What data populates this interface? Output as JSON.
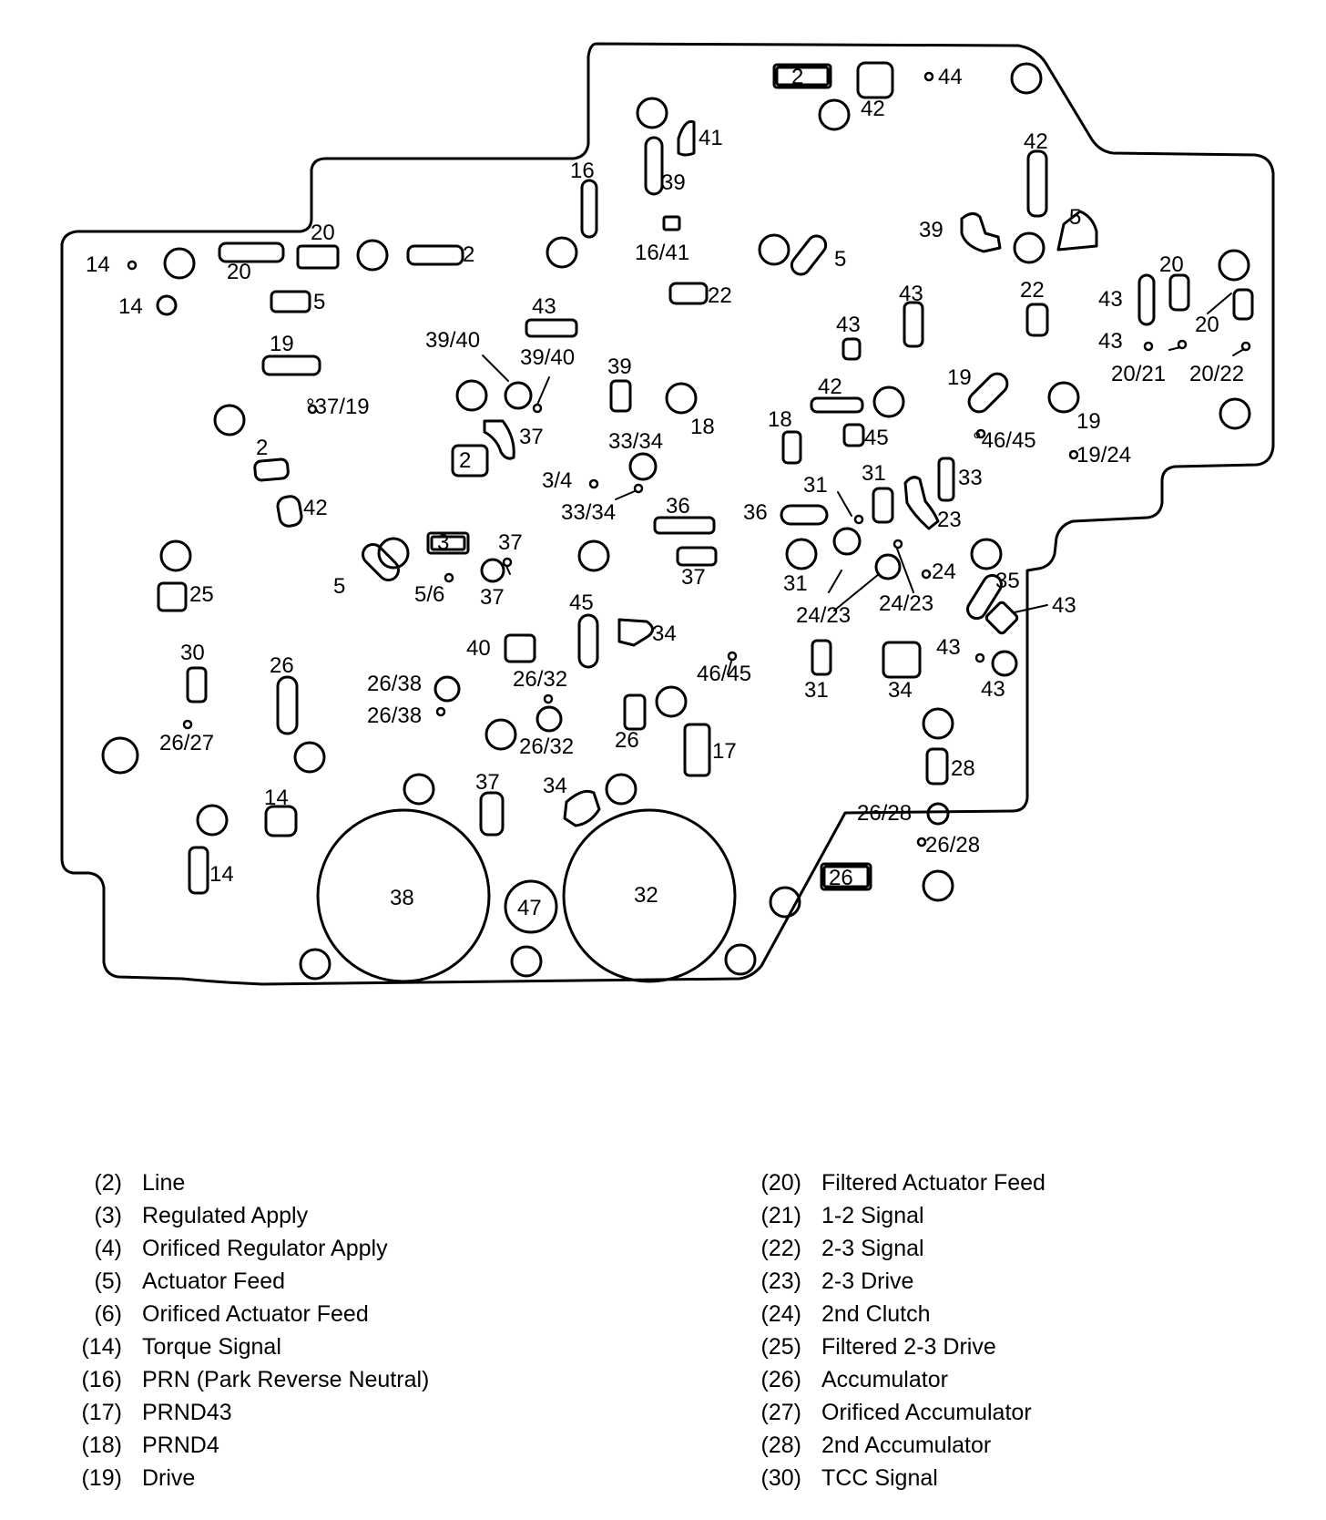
{
  "diagram": {
    "labels": [
      "14",
      "14",
      "20",
      "20",
      "2",
      "5",
      "19",
      "°37/19",
      "2",
      "42",
      "25",
      "30",
      "26",
      "26/27",
      "14",
      "14",
      "39/40",
      "39/40",
      "43",
      "37",
      "2",
      "3/4",
      "33/34",
      "33/34",
      "39",
      "18",
      "36",
      "37",
      "3",
      "37",
      "37",
      "5/6",
      "5",
      "45",
      "34",
      "40",
      "26/38",
      "26/38",
      "26/32",
      "26/32",
      "26",
      "17",
      "46/45",
      "37",
      "34",
      "38",
      "47",
      "32",
      "16",
      "39",
      "41",
      "16/41",
      "22",
      "2",
      "42",
      "44",
      "5",
      "42",
      "39",
      "5",
      "22",
      "43",
      "43",
      "20",
      "43",
      "43",
      "20",
      "20/21",
      "20/22",
      "42",
      "18",
      "45",
      "19",
      "°46/45",
      "19",
      "19/24",
      "31",
      "31",
      "33",
      "23",
      "36",
      "31",
      "24/23",
      "24/23",
      "24",
      "35",
      "43",
      "43",
      "31",
      "34",
      "43",
      "28",
      "26/28",
      "26/28",
      "26"
    ]
  },
  "legend": {
    "left": [
      {
        "code": "(2)",
        "text": "Line"
      },
      {
        "code": "(3)",
        "text": "Regulated Apply"
      },
      {
        "code": "(4)",
        "text": "Orificed Regulator Apply"
      },
      {
        "code": "(5)",
        "text": "Actuator Feed"
      },
      {
        "code": "(6)",
        "text": "Orificed Actuator Feed"
      },
      {
        "code": "(14)",
        "text": "Torque Signal"
      },
      {
        "code": "(16)",
        "text": "PRN (Park Reverse Neutral)"
      },
      {
        "code": "(17)",
        "text": "PRND43"
      },
      {
        "code": "(18)",
        "text": "PRND4"
      },
      {
        "code": "(19)",
        "text": "Drive"
      }
    ],
    "right": [
      {
        "code": "(20)",
        "text": "Filtered Actuator Feed"
      },
      {
        "code": "(21)",
        "text": "1-2 Signal"
      },
      {
        "code": "(22)",
        "text": "2-3 Signal"
      },
      {
        "code": "(23)",
        "text": "2-3 Drive"
      },
      {
        "code": "(24)",
        "text": "2nd Clutch"
      },
      {
        "code": "(25)",
        "text": "Filtered 2-3 Drive"
      },
      {
        "code": "(26)",
        "text": "Accumulator"
      },
      {
        "code": "(27)",
        "text": "Orificed Accumulator"
      },
      {
        "code": "(28)",
        "text": "2nd Accumulator"
      },
      {
        "code": "(30)",
        "text": "TCC Signal"
      }
    ]
  }
}
